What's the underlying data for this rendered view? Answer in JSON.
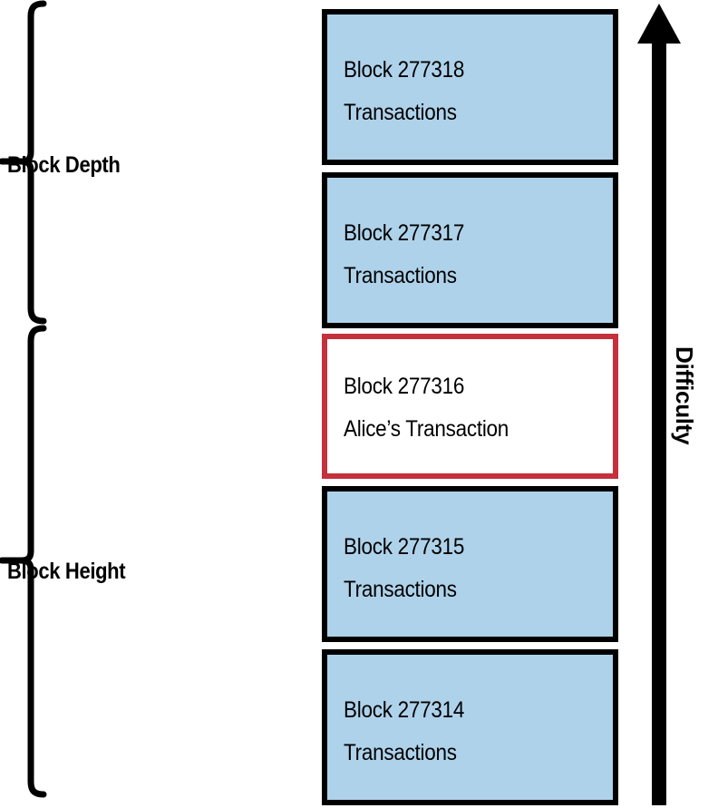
{
  "diagram": {
    "title": "Bitcoin blockchain block height and block depth",
    "background_color": "#ffffff",
    "colors": {
      "block_fill": "#aed2ea",
      "block_border": "#000000",
      "highlight_border": "#c4303c",
      "highlight_fill": "#ffffff",
      "text": "#000000"
    }
  },
  "groups": [
    {
      "id": "block-depth",
      "label": "Block Depth",
      "covers_blocks": [
        "Block 277318",
        "Block 277317"
      ]
    },
    {
      "id": "block-height",
      "label": "Block Height",
      "covers_blocks": [
        "Block 277316",
        "Block 277315",
        "Block 277314"
      ]
    }
  ],
  "axis": {
    "label": "Difficulty",
    "direction": "up",
    "icon": "up-arrow-icon"
  },
  "blocks": [
    {
      "id": "block-277318",
      "title": "Block 277318",
      "subtitle": "Transactions",
      "highlighted": false
    },
    {
      "id": "block-277317",
      "title": "Block 277317",
      "subtitle": "Transactions",
      "highlighted": false
    },
    {
      "id": "block-277316",
      "title": "Block 277316",
      "subtitle": "Alice’s Transaction",
      "highlighted": true
    },
    {
      "id": "block-277315",
      "title": "Block 277315",
      "subtitle": "Transactions",
      "highlighted": false
    },
    {
      "id": "block-277314",
      "title": "Block 277314",
      "subtitle": "Transactions",
      "highlighted": false
    }
  ]
}
